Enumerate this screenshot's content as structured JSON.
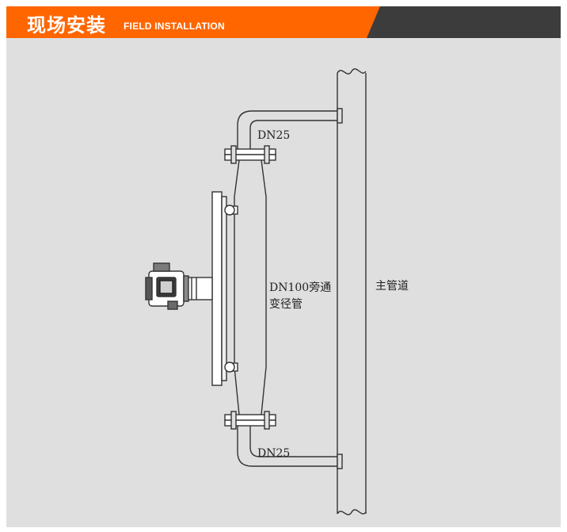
{
  "header": {
    "title_cn": "现场安装",
    "title_en": "FIELD INSTALLATION",
    "accent_color": "#ff6600",
    "dark_color": "#3c3c3c"
  },
  "diagram": {
    "label_dn25_top": "DN25",
    "label_dn25_bottom": "DN25",
    "label_bypass_line1": "DN100旁通",
    "label_bypass_line2": "变径管",
    "label_main_pipe": "主管道"
  }
}
